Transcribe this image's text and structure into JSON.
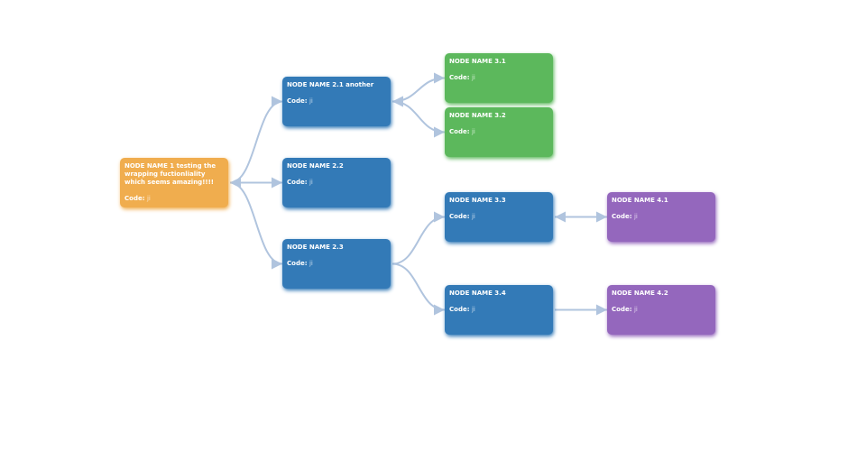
{
  "colors": {
    "orange": "#f0ad4e",
    "blue": "#337ab7",
    "green": "#5cb85c",
    "purple": "#9467bd",
    "edge": "#b0c4de"
  },
  "code_label": "Code:",
  "nodes": [
    {
      "id": "n1",
      "name": "NODE NAME 1 testing the wrapping fuctionliality which seems amazing!!!!",
      "code": "ji",
      "color": "orange"
    },
    {
      "id": "n21",
      "name": "NODE NAME 2.1 another",
      "code": "ji",
      "color": "blue"
    },
    {
      "id": "n22",
      "name": "NODE NAME 2.2",
      "code": "ji",
      "color": "blue"
    },
    {
      "id": "n23",
      "name": "NODE NAME 2.3",
      "code": "ji",
      "color": "blue"
    },
    {
      "id": "n31",
      "name": "NODE NAME 3.1",
      "code": "ji",
      "color": "green"
    },
    {
      "id": "n32",
      "name": "NODE NAME 3.2",
      "code": "ji",
      "color": "green"
    },
    {
      "id": "n33",
      "name": "NODE NAME 3.3",
      "code": "ji",
      "color": "blue"
    },
    {
      "id": "n34",
      "name": "NODE NAME 3.4",
      "code": "ji",
      "color": "blue"
    },
    {
      "id": "n41",
      "name": "NODE NAME 4.1",
      "code": "ji",
      "color": "purple"
    },
    {
      "id": "n42",
      "name": "NODE NAME 4.2",
      "code": "ji",
      "color": "purple"
    }
  ],
  "edges": [
    {
      "from": "n1",
      "to": "n21",
      "arrow_start": true
    },
    {
      "from": "n1",
      "to": "n22",
      "arrow_start": true
    },
    {
      "from": "n1",
      "to": "n23",
      "arrow_start": true
    },
    {
      "from": "n21",
      "to": "n31",
      "arrow_start": true
    },
    {
      "from": "n21",
      "to": "n32",
      "arrow_start": true
    },
    {
      "from": "n23",
      "to": "n33",
      "arrow_start": false
    },
    {
      "from": "n23",
      "to": "n34",
      "arrow_start": false
    },
    {
      "from": "n33",
      "to": "n41",
      "arrow_start": true
    },
    {
      "from": "n34",
      "to": "n42",
      "arrow_start": false
    }
  ]
}
